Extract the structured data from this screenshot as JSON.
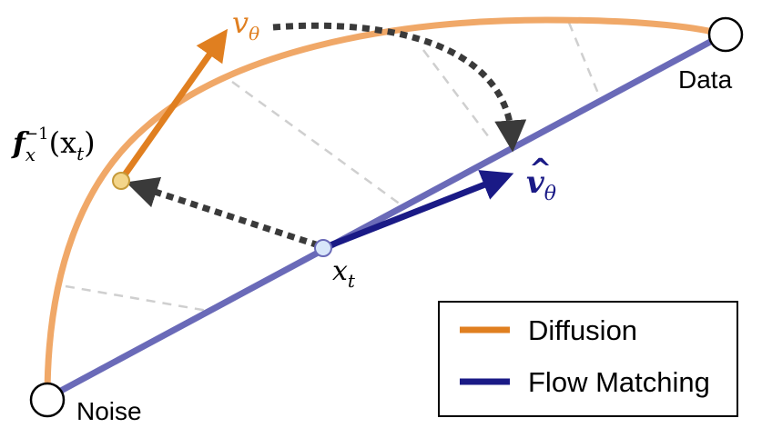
{
  "labels": {
    "data": "Data",
    "noise": "Noise",
    "x_t": {
      "base": "x",
      "sub": "t"
    },
    "f_inv": {
      "base": "f",
      "sub": "x",
      "sup": "−1",
      "arg": "(x",
      "arg_sub": "t",
      "close": ")"
    },
    "v_theta": {
      "base": "v",
      "sub": "θ"
    },
    "v_hat_theta": {
      "hat": "^",
      "base": "v",
      "sub": "θ"
    }
  },
  "legend": {
    "items": [
      {
        "label": "Diffusion",
        "color": "#f0a868"
      },
      {
        "label": "Flow Matching",
        "color": "#1a1a86"
      }
    ]
  },
  "colors": {
    "diffusion_curve": "#f0a868",
    "flow_line": "#6a6ab8",
    "v_theta_arrow": "#e07f20",
    "v_hat_arrow": "#1a1a86",
    "dotted_arrow": "#3a3a3a",
    "guide_dash": "#cfcfcf",
    "point_on_curve": "#f3d58a",
    "point_on_line": "#d8e6fa"
  }
}
